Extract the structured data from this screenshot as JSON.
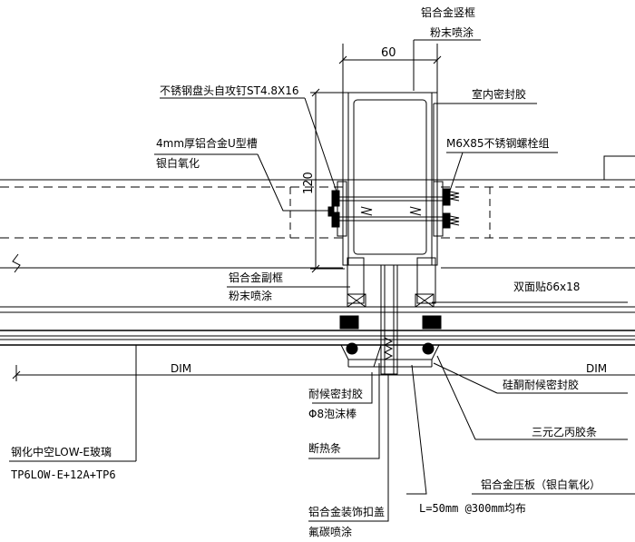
{
  "labels": {
    "frame_material": "铝合金竖框",
    "frame_finish": "粉末喷涂",
    "dim_width": "60",
    "dim_height": "120",
    "screw": "不锈钢盘头自攻钉ST4.8X16",
    "u_channel": "4mm厚铝合金U型槽",
    "u_channel_finish": "银白氧化",
    "indoor_sealant": "室内密封胶",
    "bolt": "M6X85不锈钢螺栓组",
    "sub_frame": "铝合金副框",
    "sub_frame_finish": "粉末喷涂",
    "tape": "双面贴δ6x18",
    "dim_left": "DIM",
    "dim_right": "DIM",
    "weather_sealant_left": "耐候密封胶",
    "foam_rod": "Φ8泡沫棒",
    "silicone_sealant": "硅酮耐候密封胶",
    "glass_title": "钢化中空LOW-E玻璃",
    "glass_spec": "TP6LOW-E+12A+TP6",
    "epdm": "三元乙丙胶条",
    "thermal_break": "断热条",
    "pressure_plate": "铝合金压板（银白氧化）",
    "pressure_spec": "L=50mm  @300mm均布",
    "cover_cap": "铝合金装饰扣盖",
    "cover_finish": "氟碳喷涂"
  }
}
